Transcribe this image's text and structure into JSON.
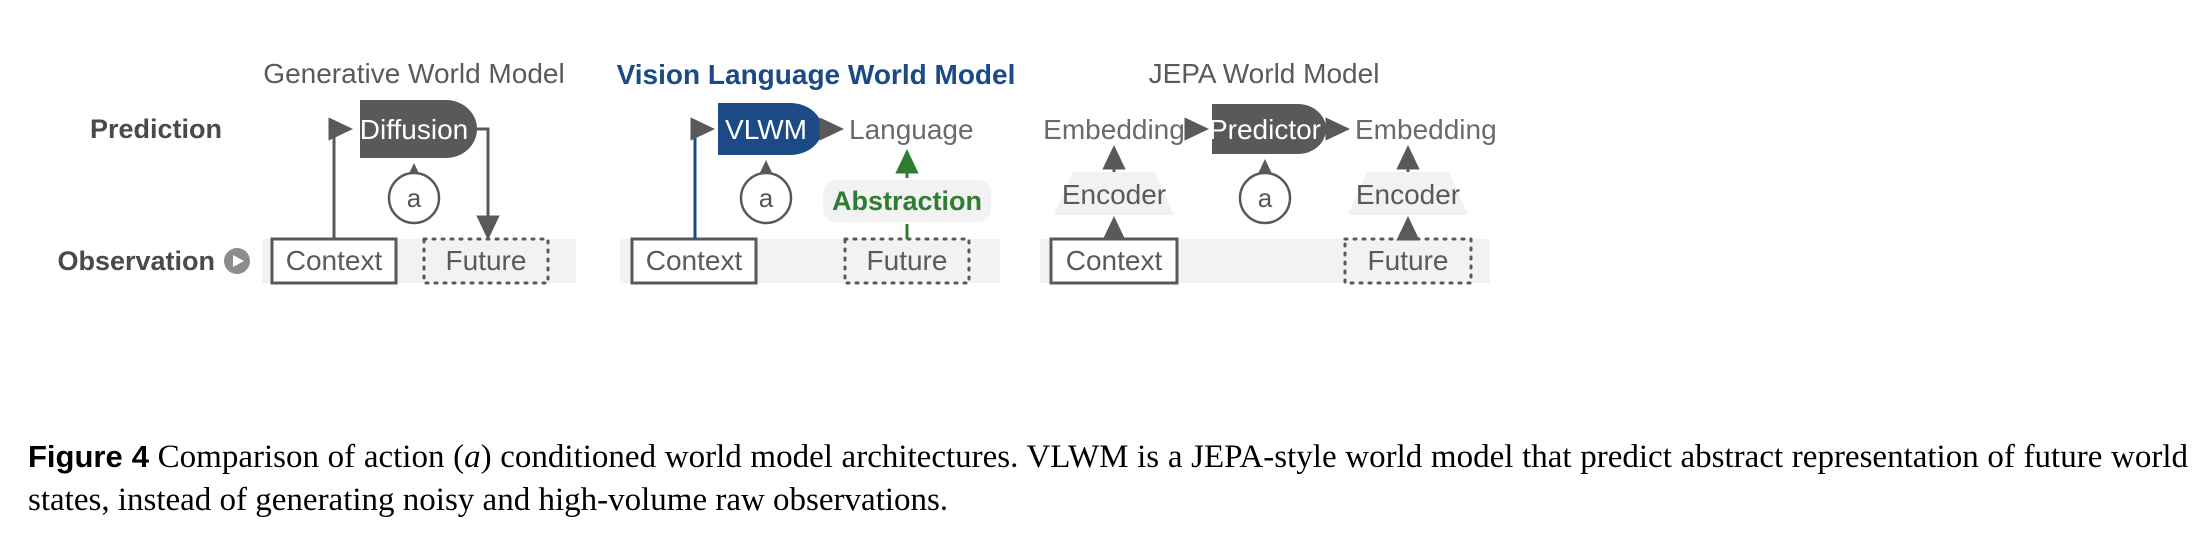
{
  "figure": {
    "row_labels": {
      "prediction": "Prediction",
      "observation": "Observation"
    },
    "observation_icon": "play-circle-icon",
    "panels": [
      {
        "id": "generative",
        "title": "Generative World Model",
        "accent": false,
        "model_node": "Diffusion",
        "model_color": "#595959",
        "action_label": "a",
        "observation_boxes": [
          {
            "label": "Context",
            "style": "solid"
          },
          {
            "label": "Future",
            "style": "dotted"
          }
        ]
      },
      {
        "id": "vlwm",
        "title": "Vision Language World Model",
        "accent": true,
        "accent_color": "#1b4a86",
        "model_node": "VLWM",
        "model_color": "#1b4a86",
        "output_label": "Language",
        "abstraction_label": "Abstraction",
        "abstraction_color": "#2e7d32",
        "action_label": "a",
        "observation_boxes": [
          {
            "label": "Context",
            "style": "solid"
          },
          {
            "label": "Future",
            "style": "dotted"
          }
        ]
      },
      {
        "id": "jepa",
        "title": "JEPA World Model",
        "accent": false,
        "model_node": "Predictor",
        "model_color": "#595959",
        "left_embedding": "Embedding",
        "right_embedding": "Embedding",
        "left_encoder": "Encoder",
        "right_encoder": "Encoder",
        "action_label": "a",
        "observation_boxes": [
          {
            "label": "Context",
            "style": "solid"
          },
          {
            "label": "Future",
            "style": "dotted"
          }
        ]
      }
    ]
  },
  "caption": {
    "label": "Figure 4",
    "text_part1": "Comparison of action (",
    "math_a": "a",
    "text_part2": ") conditioned world model architectures.  VLWM is a JEPA-style world model that predict abstract representation of future world states, instead of generating noisy and high-volume raw observations."
  }
}
